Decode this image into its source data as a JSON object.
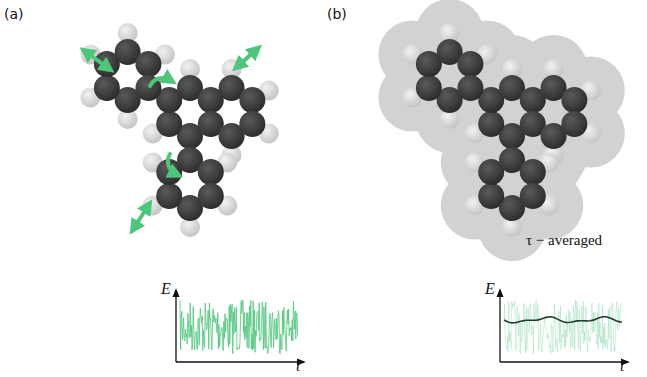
{
  "diagram": {
    "labels": [
      "(a)",
      "(b)",
      "τ − averaged",
      "E",
      "t",
      "E",
      "t"
    ]
  }
}
